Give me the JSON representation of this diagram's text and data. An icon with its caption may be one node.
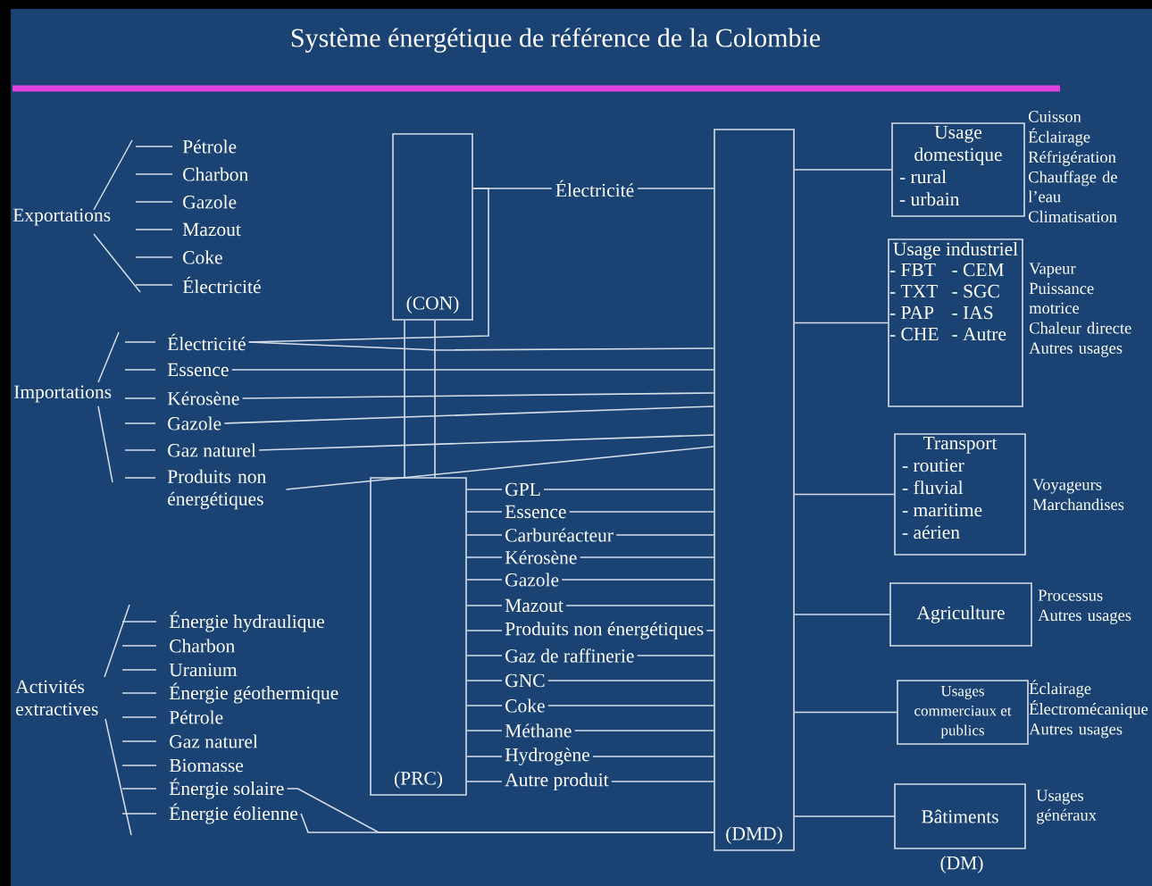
{
  "diagram": {
    "title": "Système énergétique de référence de la Colombie",
    "nodes": [
      {
        "text": [
          "(CON)"
        ]
      },
      {
        "text": [
          "(DMD)"
        ]
      },
      {
        "text": [
          "(PRC)"
        ]
      },
      {
        "text": [
          "Usage domestique",
          "- rural",
          "- urbain"
        ],
        "beside": [
          "Cuisson",
          "Éclairage",
          "Réfrigération",
          "Chauffage de l’eau",
          "Climatisation"
        ]
      },
      {
        "text": [
          "Usage industriel",
          "- FBT",
          "- TXT",
          "- PAP",
          "- CHE",
          "- CEM",
          "- SGC",
          "- IAS",
          "- Autre"
        ],
        "beside": [
          "Vapeur",
          "Puissance motrice",
          "Chaleur directe",
          "Autres usages"
        ]
      },
      {
        "text": [
          "Transport",
          "- routier",
          "- fluvial",
          "- maritime",
          "- aérien"
        ],
        "beside": [
          "Voyageurs",
          "Marchandises"
        ]
      },
      {
        "text": [
          "Agriculture"
        ],
        "beside": [
          "Processus",
          "Autres usages"
        ]
      },
      {
        "text": [
          "Usages commerciaux et publics"
        ],
        "beside": [
          "Éclairage",
          "Électromécanique",
          "Autres usages"
        ]
      },
      {
        "text": [
          "Bâtiments"
        ],
        "beside": [
          "Usages généraux"
        ]
      },
      {
        "text": [
          "Électricité"
        ]
      },
      {
        "text": [
          "Essence"
        ]
      },
      {
        "text": [
          "Kérosène"
        ]
      },
      {
        "text": [
          "Gazole"
        ]
      },
      {
        "text": [
          "Gaz naturel"
        ]
      },
      {
        "text": [
          "Produits non énergétiques"
        ]
      },
      {
        "text": [
          "GPL"
        ]
      },
      {
        "text": [
          "Essence"
        ]
      },
      {
        "text": [
          "Carburéacteur"
        ]
      },
      {
        "text": [
          "Kérosène"
        ]
      },
      {
        "text": [
          "Gazole"
        ]
      },
      {
        "text": [
          "Mazout"
        ]
      },
      {
        "text": [
          "Produits non énergétiques"
        ]
      },
      {
        "text": [
          "Gaz de raffinerie"
        ]
      },
      {
        "text": [
          "GNC"
        ]
      },
      {
        "text": [
          "Coke"
        ]
      },
      {
        "text": [
          "Méthane"
        ]
      },
      {
        "text": [
          "Hydrogène"
        ]
      },
      {
        "text": [
          "Autre produit"
        ]
      },
      {
        "text": [
          "Énergie solaire"
        ]
      },
      {
        "text": [
          "Énergie éolienne"
        ]
      }
    ],
    "edges": [
      {
        "from": 1,
        "to": 3,
        "arrow": "none"
      },
      {
        "from": 1,
        "to": 4,
        "arrow": "none"
      },
      {
        "from": 1,
        "to": 5,
        "arrow": "none"
      },
      {
        "from": 1,
        "to": 6,
        "arrow": "none"
      },
      {
        "from": 1,
        "to": 7,
        "arrow": "none"
      },
      {
        "from": 1,
        "to": 8,
        "arrow": "none"
      },
      {
        "from": 0,
        "to": 1,
        "arrow": "none",
        "label": "Électricité"
      },
      {
        "from": 0,
        "to": 2,
        "arrow": "none"
      },
      {
        "from": 0,
        "to": 2,
        "arrow": "none"
      },
      {
        "from": 9,
        "to": 0,
        "arrow": "none"
      },
      {
        "from": 9,
        "to": 1,
        "arrow": "none"
      },
      {
        "from": 10,
        "to": 1,
        "arrow": "none"
      },
      {
        "from": 11,
        "to": 1,
        "arrow": "none"
      },
      {
        "from": 12,
        "to": 1,
        "arrow": "none"
      },
      {
        "from": 13,
        "to": 1,
        "arrow": "none"
      },
      {
        "from": 14,
        "to": 1,
        "arrow": "none"
      },
      {
        "from": 2,
        "to": 15,
        "arrow": "none"
      },
      {
        "from": 2,
        "to": 16,
        "arrow": "none"
      },
      {
        "from": 2,
        "to": 17,
        "arrow": "none"
      },
      {
        "from": 2,
        "to": 18,
        "arrow": "none"
      },
      {
        "from": 2,
        "to": 19,
        "arrow": "none"
      },
      {
        "from": 2,
        "to": 20,
        "arrow": "none"
      },
      {
        "from": 2,
        "to": 21,
        "arrow": "none"
      },
      {
        "from": 2,
        "to": 22,
        "arrow": "none"
      },
      {
        "from": 2,
        "to": 23,
        "arrow": "none"
      },
      {
        "from": 2,
        "to": 24,
        "arrow": "none"
      },
      {
        "from": 2,
        "to": 25,
        "arrow": "none"
      },
      {
        "from": 2,
        "to": 26,
        "arrow": "none"
      },
      {
        "from": 2,
        "to": 27,
        "arrow": "none"
      },
      {
        "from": 15,
        "to": 1,
        "arrow": "none"
      },
      {
        "from": 16,
        "to": 1,
        "arrow": "none"
      },
      {
        "from": 17,
        "to": 1,
        "arrow": "none"
      },
      {
        "from": 18,
        "to": 1,
        "arrow": "none"
      },
      {
        "from": 19,
        "to": 1,
        "arrow": "none"
      },
      {
        "from": 20,
        "to": 1,
        "arrow": "none"
      },
      {
        "from": 21,
        "to": 1,
        "arrow": "none"
      },
      {
        "from": 22,
        "to": 1,
        "arrow": "none"
      },
      {
        "from": 23,
        "to": 1,
        "arrow": "none"
      },
      {
        "from": 24,
        "to": 1,
        "arrow": "none"
      },
      {
        "from": 25,
        "to": 1,
        "arrow": "none"
      },
      {
        "from": 26,
        "to": 1,
        "arrow": "none"
      },
      {
        "from": 27,
        "to": 1,
        "arrow": "none"
      },
      {
        "from": 28,
        "to": 1,
        "arrow": "none"
      },
      {
        "from": 29,
        "to": 1,
        "arrow": "none"
      }
    ],
    "labels": [
      "Exportations",
      "Pétrole",
      "Charbon",
      "Gazole",
      "Mazout",
      "Coke",
      "Électricité",
      "Importations",
      "Activités extractives",
      "Énergie hydraulique",
      "Charbon",
      "Uranium",
      "Énergie géothermique",
      "Pétrole",
      "Gaz naturel",
      "Biomasse",
      "(DM)"
    ]
  }
}
